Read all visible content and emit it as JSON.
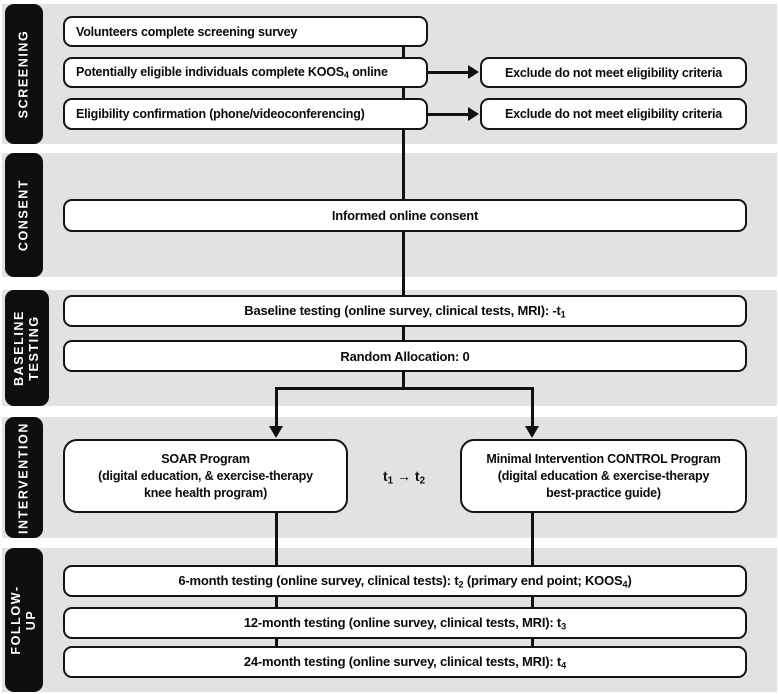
{
  "colors": {
    "band": "#e2e2e2",
    "phase_bar": "#0e0e0e",
    "box_border": "#141414",
    "line": "#101010",
    "box_fill": "#ffffff",
    "page_bg": "#ffffff"
  },
  "phases": [
    {
      "id": "screening",
      "label": "SCREENING"
    },
    {
      "id": "consent",
      "label": "CONSENT"
    },
    {
      "id": "baseline",
      "label": "BASELINE\nTESTING"
    },
    {
      "id": "intervention",
      "label": "INTERVENTION"
    },
    {
      "id": "followup",
      "label": "FOLLOW-UP"
    }
  ],
  "flow": {
    "screening_1": [
      {
        "t": "Volunteers complete screening survey"
      }
    ],
    "screening_2": [
      {
        "t": "Potentially eligible individuals complete KOOS"
      },
      {
        "t": "4",
        "sub": true
      },
      {
        "t": " online"
      }
    ],
    "screening_3": [
      {
        "t": "Eligibility confirmation (phone/videoconferencing)"
      }
    ],
    "exclude_1": [
      {
        "t": "Exclude do not meet eligibility criteria"
      }
    ],
    "exclude_2": [
      {
        "t": "Exclude do not meet eligibility criteria"
      }
    ],
    "consent": [
      {
        "t": "Informed online consent"
      }
    ],
    "baseline_testing": [
      {
        "t": "Baseline testing (online survey, clinical tests, MRI): -t"
      },
      {
        "t": "1",
        "sub": true
      }
    ],
    "random_allocation": [
      {
        "t": "Random Allocation: 0"
      }
    ],
    "soar_program": [
      {
        "t": "SOAR Program"
      },
      {
        "br": true
      },
      {
        "t": "(digital education, & exercise-therapy"
      },
      {
        "br": true
      },
      {
        "t": "knee health program)"
      }
    ],
    "timepoint_interlude": [
      {
        "t": "t"
      },
      {
        "t": "1",
        "sub": true
      },
      {
        "t": " → t"
      },
      {
        "t": "2",
        "sub": true
      }
    ],
    "control_program": [
      {
        "t": "Minimal Intervention CONTROL Program"
      },
      {
        "br": true
      },
      {
        "t": "(digital education & exercise-therapy"
      },
      {
        "br": true
      },
      {
        "t": "best-practice guide)"
      }
    ],
    "followup_6": [
      {
        "t": "6-month testing (online survey, clinical tests): t"
      },
      {
        "t": "2",
        "sub": true
      },
      {
        "t": " (primary end point; KOOS"
      },
      {
        "t": "4",
        "sub": true
      },
      {
        "t": ")"
      }
    ],
    "followup_12": [
      {
        "t": "12-month testing (online survey, clinical tests, MRI): t"
      },
      {
        "t": "3",
        "sub": true
      }
    ],
    "followup_24": [
      {
        "t": "24-month testing (online survey, clinical tests, MRI): t"
      },
      {
        "t": "4",
        "sub": true
      }
    ]
  }
}
